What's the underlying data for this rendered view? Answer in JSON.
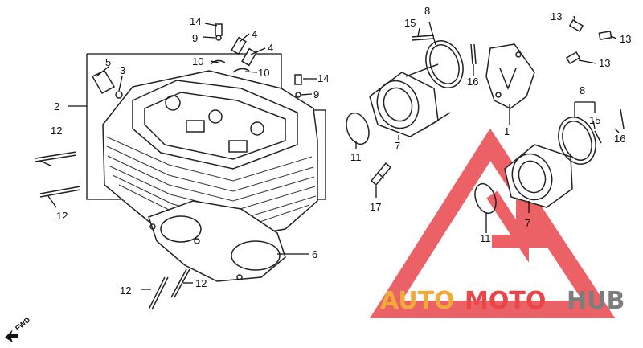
{
  "diagram": {
    "callouts": {
      "c1": "1",
      "c2": "2",
      "c3": "3",
      "c4a": "4",
      "c4b": "4",
      "c5": "5",
      "c6": "6",
      "c7a": "7",
      "c7b": "7",
      "c8a": "8",
      "c8b": "8",
      "c9a": "9",
      "c9b": "9",
      "c10a": "10",
      "c10b": "10",
      "c11a": "11",
      "c11b": "11",
      "c12a": "12",
      "c12b": "12",
      "c12c": "12",
      "c12d": "12",
      "c13a": "13",
      "c13b": "13",
      "c13c": "13",
      "c14a": "14",
      "c14b": "14",
      "c15a": "15",
      "c15b": "15",
      "c16a": "16",
      "c16b": "16",
      "c17": "17"
    },
    "direction_label": "FWD"
  },
  "watermark": {
    "part1": "AUTO",
    "part2": "MOTO",
    "part3": "HUB",
    "color_orange": "#f2a93b",
    "color_red": "#e8464b",
    "color_gray": "#7d7d7d"
  }
}
